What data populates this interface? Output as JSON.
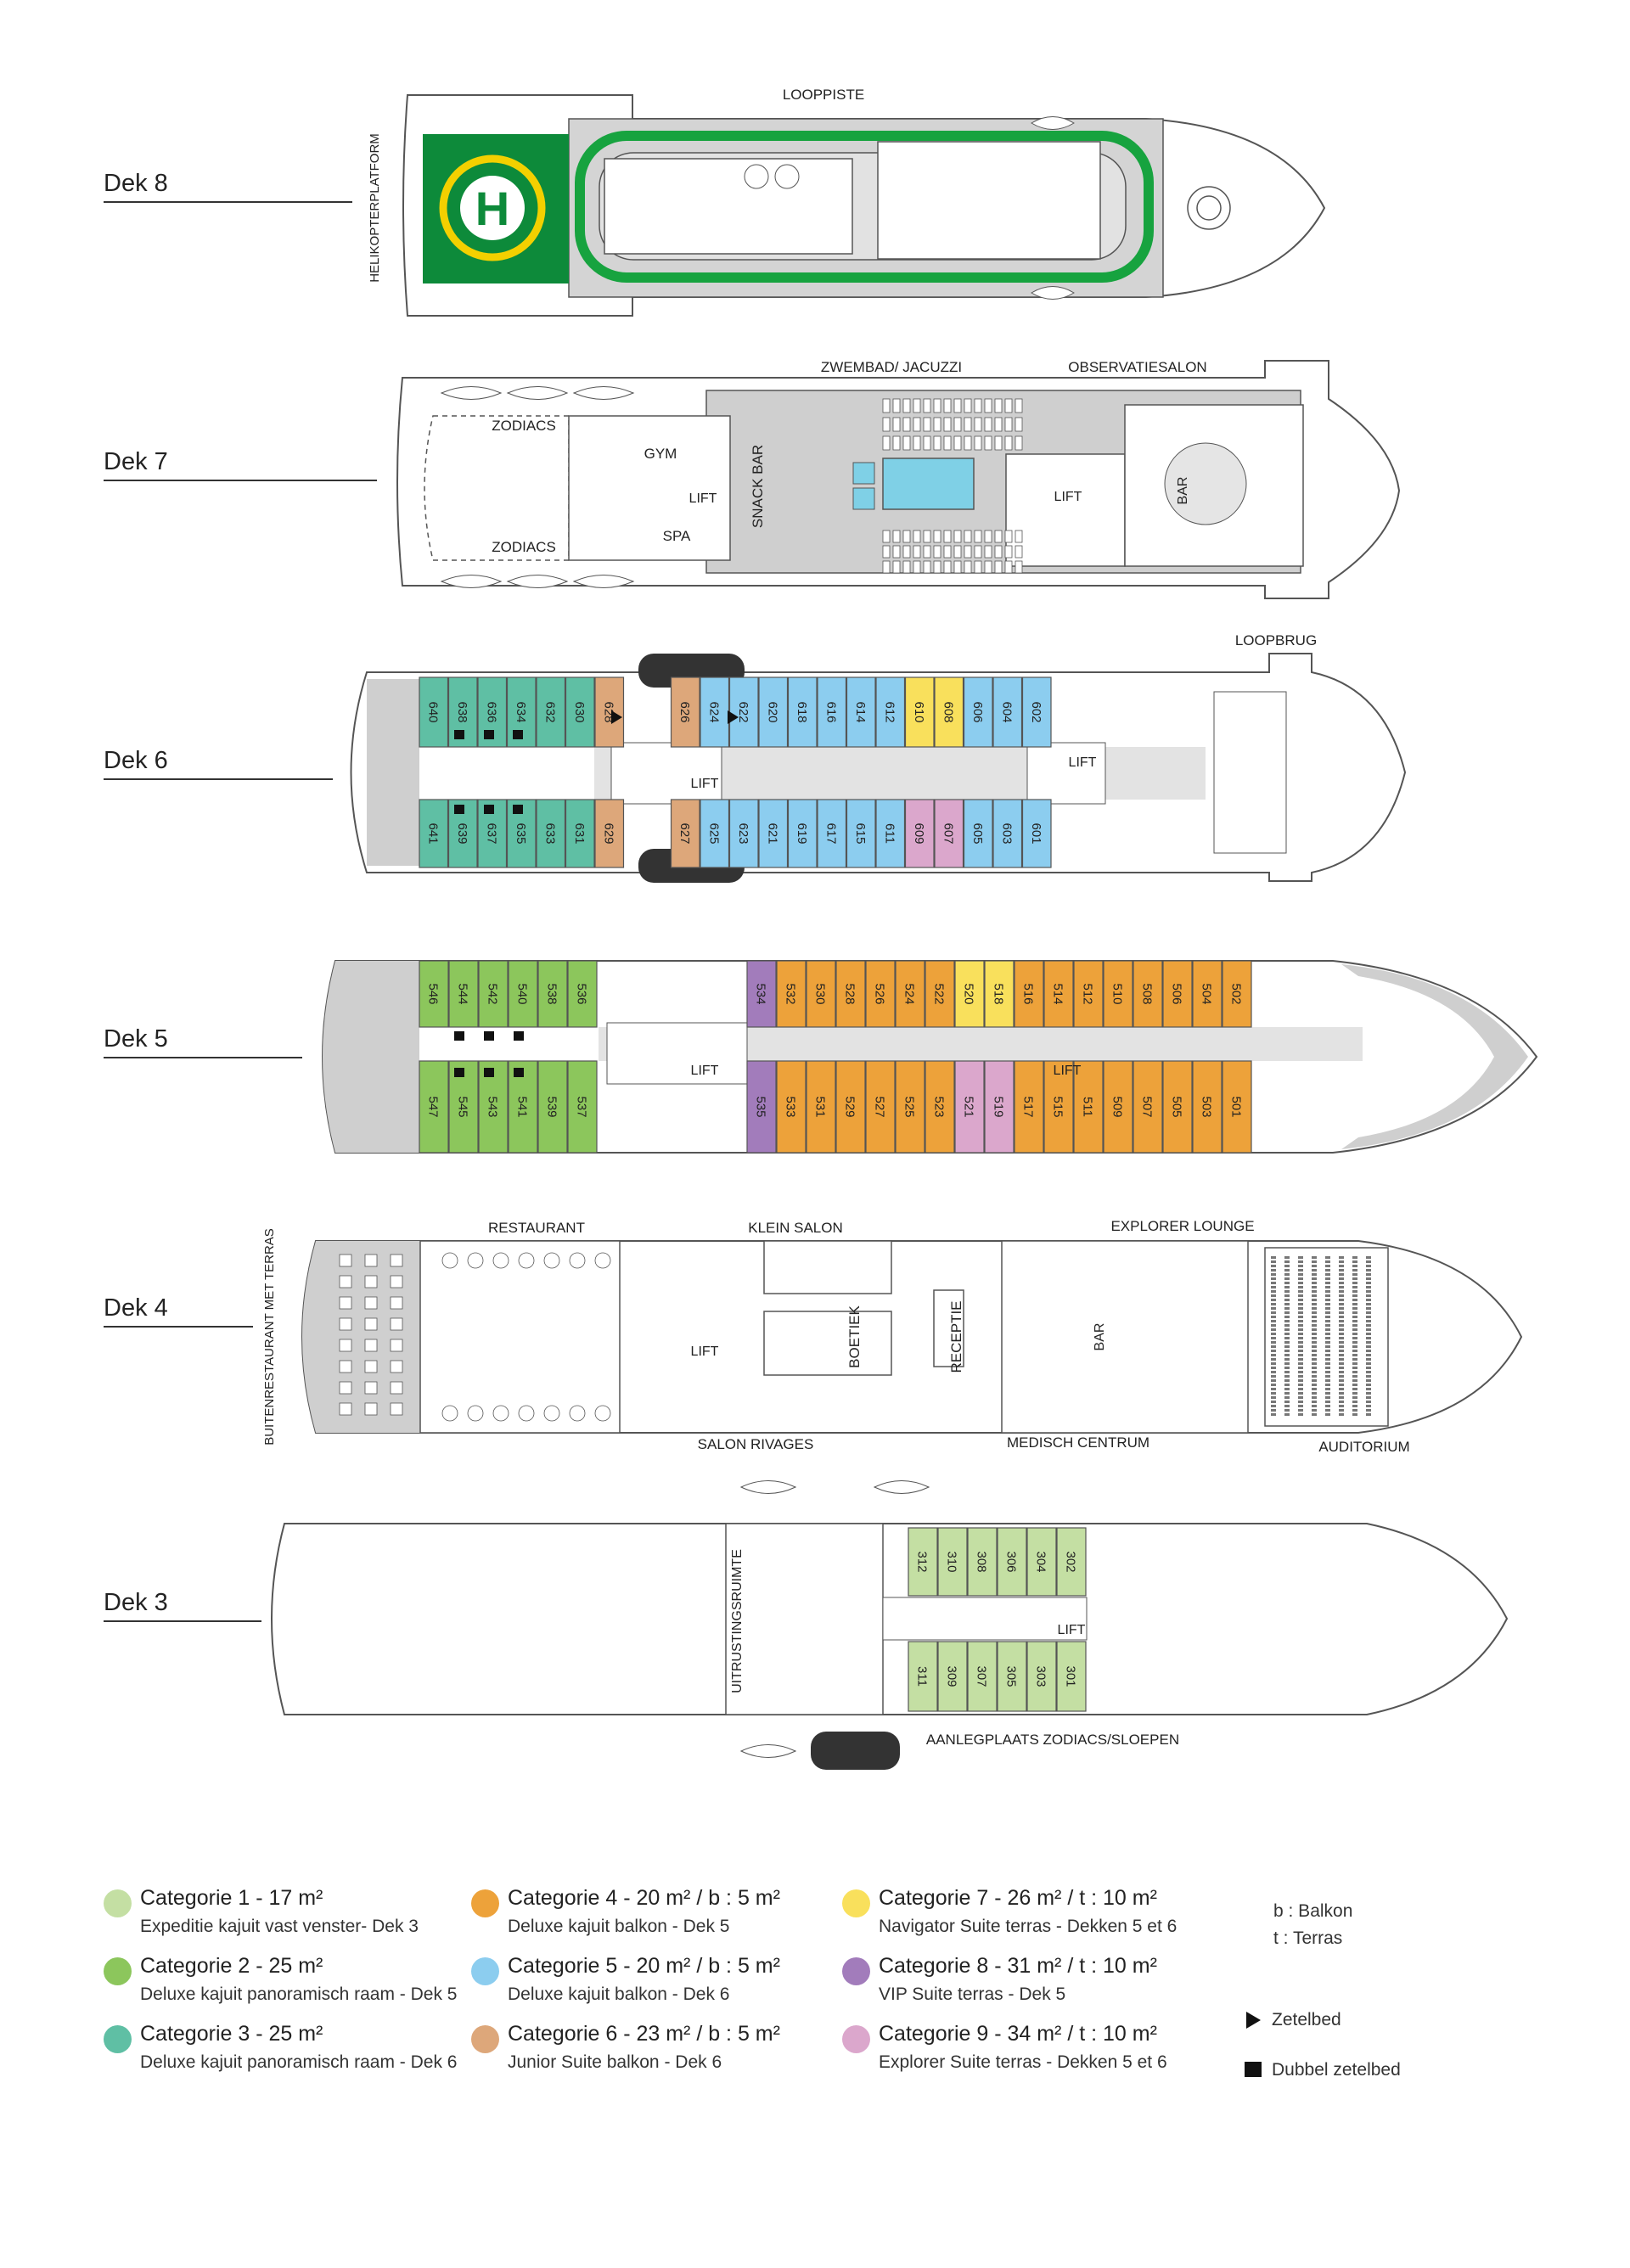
{
  "colors": {
    "cat1": "#c4dfa3",
    "cat2": "#8cc65c",
    "cat3": "#5fbfa4",
    "cat4": "#eda23a",
    "cat5": "#8ccdef",
    "cat6": "#dda77a",
    "cat7": "#f9e05c",
    "cat8": "#a27cbb",
    "cat9": "#dba7cc",
    "helipad": "#0d8a3a",
    "track": "#17a33f",
    "pool": "#7fd0e6",
    "outline": "#555555",
    "floor": "#cfcfcf"
  },
  "decks": [
    {
      "label": "Dek 8"
    },
    {
      "label": "Dek 7"
    },
    {
      "label": "Dek 6"
    },
    {
      "label": "Dek 5"
    },
    {
      "label": "Dek 4"
    },
    {
      "label": "Dek 3"
    }
  ],
  "areas": {
    "looppiste": "LOOPPISTE",
    "helikopterplatform": "HELIKOPTERPLATFORM",
    "helipad_letter": "H",
    "zwembad": "ZWEMBAD/ JACUZZI",
    "observatiesalon": "OBSERVATIESALON",
    "zodiacs": "ZODIACS",
    "gym": "GYM",
    "lift": "LIFT",
    "spa": "SPA",
    "snack_bar": "SNACK BAR",
    "bar": "BAR",
    "loopbrug": "LOOPBRUG",
    "restaurant": "RESTAURANT",
    "klein_salon": "KLEIN SALON",
    "explorer_lounge": "EXPLORER LOUNGE",
    "buitenrestaurant": "BUITENRESTAURANT MET TERRAS",
    "boetiek": "BOETIEK",
    "receptie": "RECEPTIE",
    "salon_rivages": "SALON RIVAGES",
    "medisch_centrum": "MEDISCH CENTRUM",
    "auditorium": "AUDITORIUM",
    "uitrustingsruimte": "UITRUSTINGSRUIMTE",
    "aanlegplaats": "AANLEGPLAATS ZODIACS/SLOEPEN"
  },
  "cabins": {
    "deck6_top": [
      "640",
      "638",
      "636",
      "634",
      "632",
      "630",
      "628",
      "626",
      "624",
      "622",
      "620",
      "618",
      "616",
      "614",
      "612",
      "610",
      "608",
      "606",
      "604",
      "602"
    ],
    "deck6_bottom": [
      "641",
      "639",
      "637",
      "635",
      "633",
      "631",
      "629",
      "627",
      "625",
      "623",
      "621",
      "619",
      "617",
      "615",
      "611",
      "609",
      "607",
      "605",
      "603",
      "601"
    ],
    "deck5_top": [
      "546",
      "544",
      "542",
      "540",
      "538",
      "536",
      "534",
      "532",
      "530",
      "528",
      "526",
      "524",
      "522",
      "520",
      "518",
      "516",
      "514",
      "512",
      "510",
      "508",
      "506",
      "504",
      "502"
    ],
    "deck5_bottom": [
      "547",
      "545",
      "543",
      "541",
      "539",
      "537",
      "535",
      "533",
      "531",
      "529",
      "527",
      "525",
      "523",
      "521",
      "519",
      "517",
      "515",
      "511",
      "509",
      "507",
      "505",
      "503",
      "501"
    ],
    "deck3_top": [
      "312",
      "310",
      "308",
      "306",
      "304",
      "302"
    ],
    "deck3_bottom": [
      "311",
      "309",
      "307",
      "305",
      "303",
      "301"
    ]
  },
  "legend": [
    {
      "title": "Categorie 1 - 17 m²",
      "sub": "Expeditie kajuit vast venster- Dek 3",
      "color": "#c4dfa3"
    },
    {
      "title": "Categorie 2 - 25 m²",
      "sub": "Deluxe kajuit panoramisch raam - Dek 5",
      "color": "#8cc65c"
    },
    {
      "title": "Categorie 3 - 25 m²",
      "sub": "Deluxe kajuit panoramisch raam - Dek 6",
      "color": "#5fbfa4"
    },
    {
      "title": "Categorie 4 - 20 m² / b : 5 m²",
      "sub": "Deluxe kajuit balkon - Dek 5",
      "color": "#eda23a"
    },
    {
      "title": "Categorie 5 - 20 m² / b : 5 m²",
      "sub": "Deluxe kajuit balkon - Dek 6",
      "color": "#8ccdef"
    },
    {
      "title": "Categorie 6 - 23 m² / b : 5 m²",
      "sub": "Junior Suite balkon - Dek 6",
      "color": "#dda77a"
    },
    {
      "title": "Categorie 7 - 26 m² / t : 10 m²",
      "sub": "Navigator Suite terras - Dekken 5 et 6",
      "color": "#f9e05c"
    },
    {
      "title": "Categorie 8 - 31 m² / t : 10 m²",
      "sub": "VIP Suite terras - Dek 5",
      "color": "#a27cbb"
    },
    {
      "title": "Categorie 9 - 34 m² / t : 10 m²",
      "sub": "Explorer Suite terras - Dekken 5 et 6",
      "color": "#dba7cc"
    }
  ],
  "notes": {
    "balkon": "b : Balkon",
    "terras": "t : Terras",
    "zetelbed": "Zetelbed",
    "dubbel_zetelbed": "Dubbel zetelbed"
  }
}
